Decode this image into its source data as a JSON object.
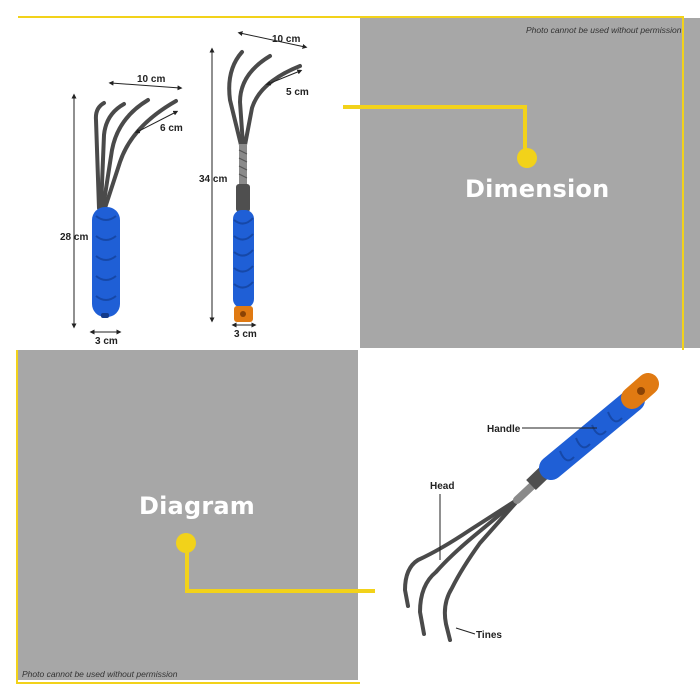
{
  "watermark": "Photo cannot be used without permission",
  "sections": {
    "dimension_title": "Dimension",
    "diagram_title": "Diagram"
  },
  "dimensions": {
    "tool_a": {
      "width": "10 cm",
      "tine": "6 cm",
      "length": "28 cm",
      "grip": "3 cm"
    },
    "tool_b": {
      "width": "10 cm",
      "tine": "5 cm",
      "length": "34 cm",
      "grip": "3 cm"
    }
  },
  "diagram": {
    "handle": "Handle",
    "head": "Head",
    "tines": "Tines"
  },
  "colors": {
    "accent_yellow": "#f2d21a",
    "panel_gray": "#a7a7a7",
    "handle_blue": "#1f5fd6",
    "cap_orange": "#e07a12",
    "metal": "#4a4a4a"
  }
}
